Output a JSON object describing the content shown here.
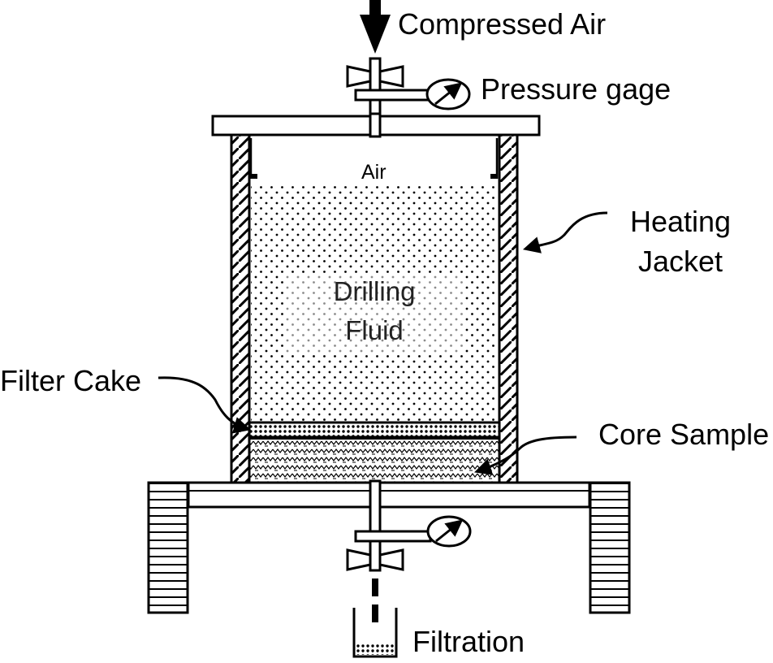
{
  "labels": {
    "compressed_air": "Compressed Air",
    "pressure_gage": "Pressure gage",
    "air": "Air",
    "heating_jacket_line1": "Heating",
    "heating_jacket_line2": "Jacket",
    "drilling_fluid_line1": "Drilling",
    "drilling_fluid_line2": "Fluid",
    "filter_cake": "Filter Cake",
    "core_sample": "Core Sample",
    "filtration": "Filtration"
  }
}
